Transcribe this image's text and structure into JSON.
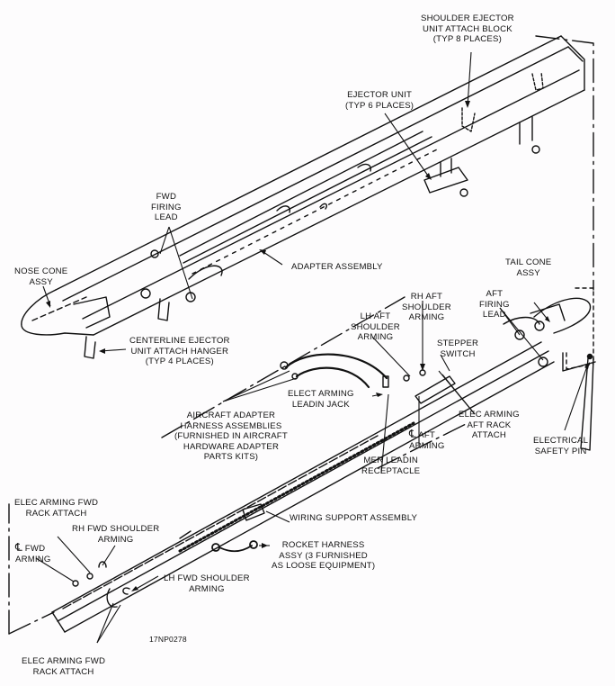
{
  "figure_id": "17NP0278",
  "labels": {
    "shoulder_ejector_block": "SHOULDER EJECTOR\nUNIT ATTACH BLOCK\n(TYP 8 PLACES)",
    "ejector_unit": "EJECTOR UNIT\n(TYP 6 PLACES)",
    "fwd_firing_lead": "FWD\nFIRING\nLEAD",
    "nose_cone": "NOSE CONE\nASSY",
    "adapter_assembly": "ADAPTER ASSEMBLY",
    "centerline_hanger": "CENTERLINE EJECTOR\nUNIT ATTACH HANGER\n(TYP 4 PLACES)",
    "tail_cone": "TAIL CONE\nASSY",
    "rh_aft_shoulder": "RH AFT\nSHOULDER\nARMING",
    "aft_firing_lead": "AFT\nFIRING\nLEAD",
    "lh_aft_shoulder": "LH AFT\nSHOULDER\nARMING",
    "stepper_switch": "STEPPER\nSWITCH",
    "elect_arming_jack": "ELECT ARMING\nLEADIN JACK",
    "aircraft_harness": "AIRCRAFT ADAPTER\nHARNESS ASSEMBLIES\n(FURNISHED IN AIRCRAFT\nHARDWARE ADAPTER\nPARTS KITS)",
    "cl_aft_arming_symbol": "℄",
    "cl_aft_arming": " AFT\nARMING",
    "elec_arming_aft": "ELEC ARMING\nAFT RACK\nATTACH",
    "electrical_safety_pin": "ELECTRICAL\nSAFETY PIN",
    "mer_leadin": "MER LEADIN\nRECEPTACLE",
    "elec_arming_fwd_top": "ELEC ARMING FWD\nRACK ATTACH",
    "rh_fwd_shoulder": "RH FWD SHOULDER\nARMING",
    "wiring_support": "WIRING SUPPORT ASSEMBLY",
    "cl_fwd_symbol": "℄",
    "cl_fwd_arming": " FWD\nARMING",
    "rocket_harness": "ROCKET HARNESS\nASSY (3 FURNISHED\nAS LOOSE EQUIPMENT)",
    "lh_fwd_shoulder": "LH FWD SHOULDER\nARMING",
    "elec_arming_fwd_bottom": "ELEC ARMING FWD\nRACK ATTACH"
  }
}
